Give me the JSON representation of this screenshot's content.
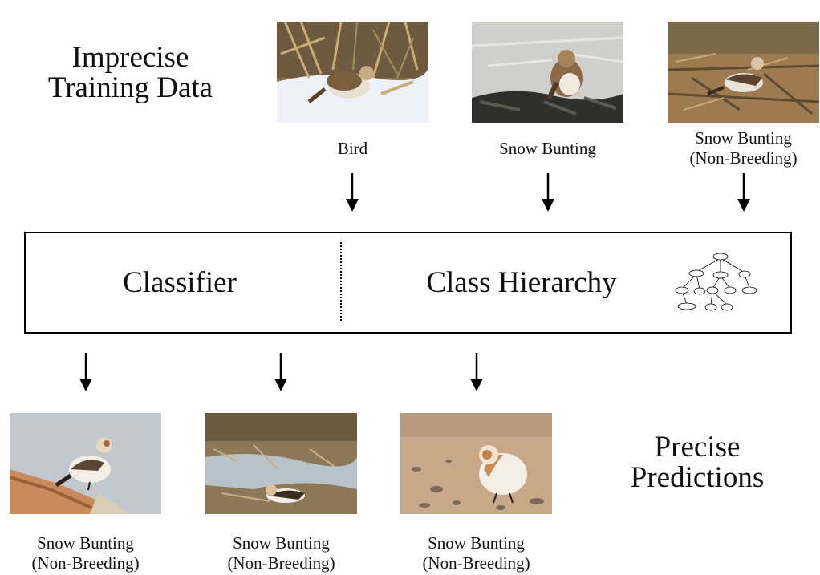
{
  "training": {
    "heading": [
      "Imprecise",
      "Training Data"
    ],
    "items": [
      {
        "label": "Bird"
      },
      {
        "label": "Snow Bunting"
      },
      {
        "label": [
          "Snow Bunting",
          "(Non-Breeding)"
        ]
      }
    ]
  },
  "model": {
    "left_label": "Classifier",
    "right_label": "Class Hierarchy"
  },
  "predictions": {
    "heading": [
      "Precise",
      "Predictions"
    ],
    "items": [
      {
        "label": [
          "Snow Bunting",
          "(Non-Breeding)"
        ]
      },
      {
        "label": [
          "Snow Bunting",
          "(Non-Breeding)"
        ]
      },
      {
        "label": [
          "Snow Bunting",
          "(Non-Breeding)"
        ]
      }
    ]
  },
  "colors": {
    "arrow": "#000000",
    "border": "#000000"
  },
  "icons": {
    "arrow": "arrow-down-icon",
    "hierarchy": "tree-graph-icon"
  }
}
